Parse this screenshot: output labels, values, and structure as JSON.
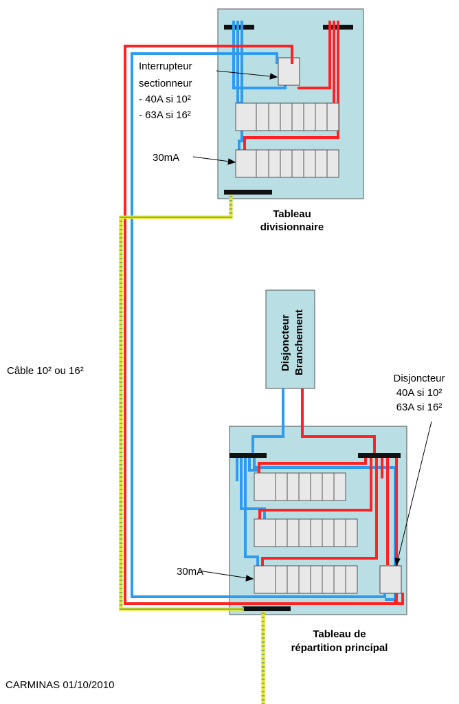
{
  "labels": {
    "interrupteur": [
      "Interrupteur",
      "sectionneur",
      "- 40A si 10²",
      "- 63A si 16²"
    ],
    "rcd_top": "30mA",
    "tableau_div": [
      "Tableau",
      "divisionnaire"
    ],
    "disjoncteur_branchement": [
      "Disjoncteur",
      "Branchement"
    ],
    "cable": "Câble 10² ou 16²",
    "disjoncteur_right": [
      "Disjoncteur",
      "40A si 10²",
      "63A si 16²"
    ],
    "rcd_bottom": "30mA",
    "tableau_principal": [
      "Tableau de",
      "répartition principal"
    ],
    "credit": "CARMINAS 01/10/2010"
  },
  "colors": {
    "panel": "#b9dfe4",
    "phase": "#ff2222",
    "neutral": "#2f9bf0",
    "earth": "#e7e62a",
    "earth_stripe": "#7fae3a",
    "module": "#e8e8e8"
  }
}
